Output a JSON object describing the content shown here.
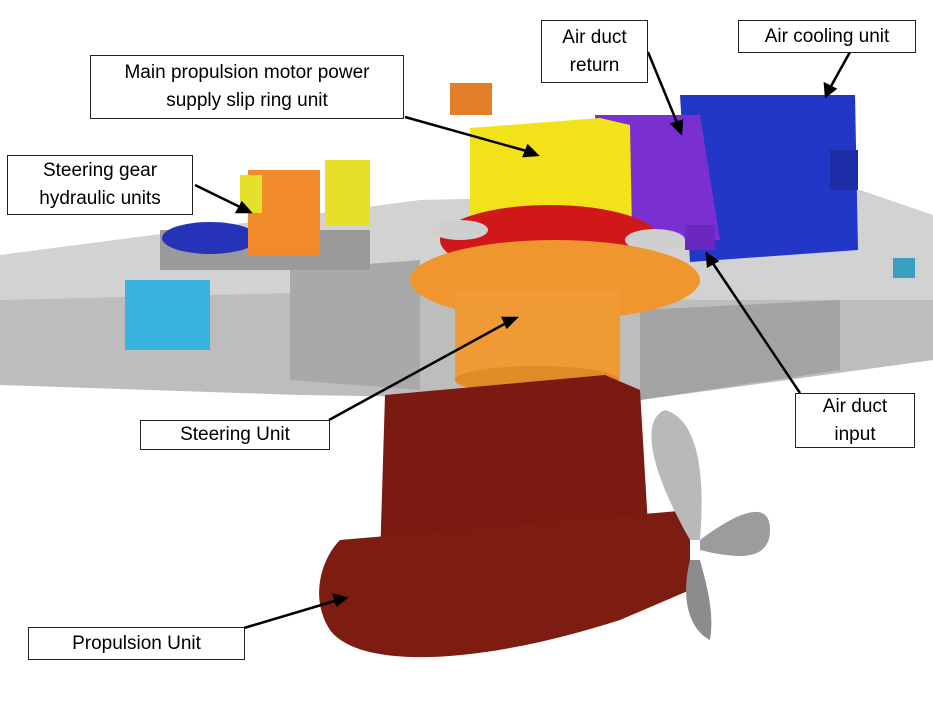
{
  "title": "Azimuthing propulsion unit components",
  "labels": {
    "slip_ring": "Main propulsion motor power supply slip ring unit",
    "air_duct_return": "Air duct return",
    "air_cooling": "Air cooling unit",
    "steering_gear": "Steering gear hydraulic units",
    "steering_unit": "Steering Unit",
    "air_duct_input": "Air duct input",
    "propulsion_unit": "Propulsion Unit"
  },
  "colors": {
    "deck": "#c9c9c9",
    "steering": "#f0962e",
    "pod": "#7a1a10",
    "cooling": "#2236c8",
    "slip_ring": "#f2e21a",
    "duct": "#7a2fd0",
    "base_red": "#d01818",
    "hydraulic_tank": "#38b4e0"
  }
}
